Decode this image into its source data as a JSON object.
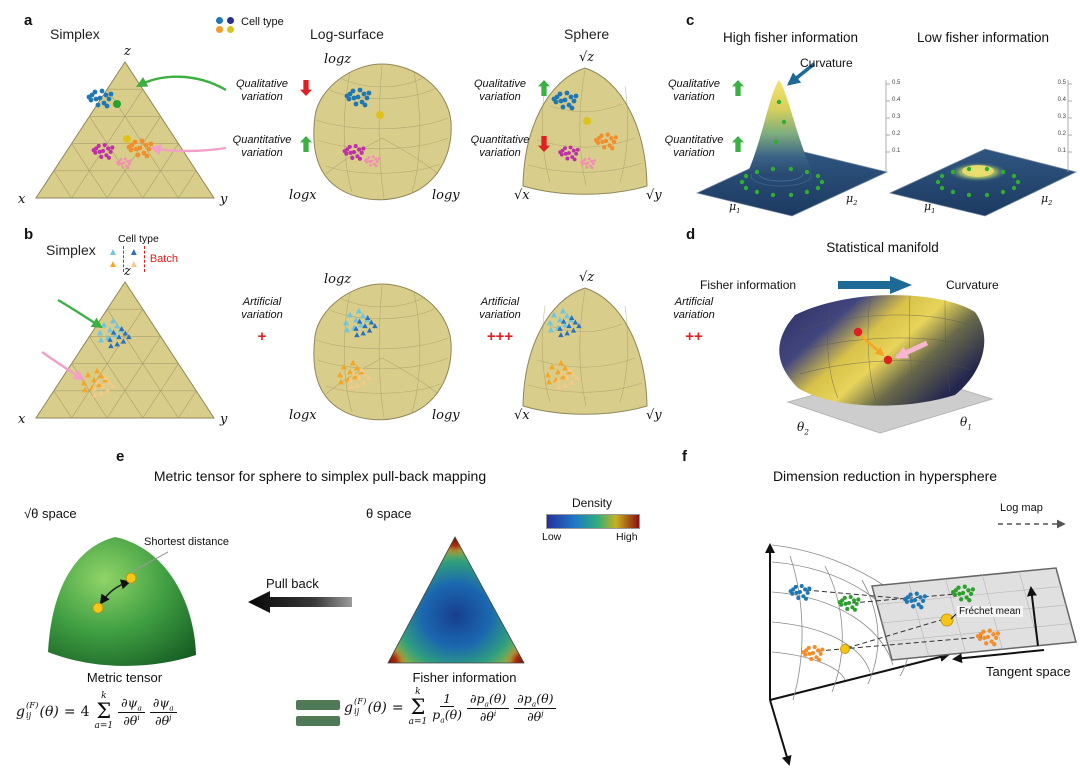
{
  "colors": {
    "surface_khaki": "#d8cd8a",
    "cluster_blue": "#1f77b4",
    "cluster_navy": "#24308f",
    "cluster_green": "#2ca02c",
    "cluster_orange": "#f28e2b",
    "cluster_yellow": "#e0c21f",
    "cluster_magenta": "#bf2fa8",
    "cluster_pink": "#f48fb1",
    "cluster_cyan": "#6ec6e0",
    "cluster_peach": "#f8c88a",
    "batch_red": "#e02020",
    "arrow_green": "#3cb043",
    "arrow_red": "#e02020",
    "arrow_blue": "#1d6a96",
    "floor_blue": "#2f5680",
    "manifold_yellow": "#e8d45a",
    "sphere_green": "#3f9e42",
    "frechet_yellow": "#f5c518",
    "equals_green": "#4f7a55"
  },
  "panel_a": {
    "label": "a",
    "legend": {
      "title": "Cell type"
    },
    "plots": [
      {
        "title": "Simplex",
        "axis_top": "z",
        "axis_left": "x",
        "axis_right": "y",
        "annotations": [
          {
            "text": "Qualitative variation",
            "arrow": "down",
            "color": "red"
          },
          {
            "text": "Quantitative variation",
            "arrow": "up",
            "color": "green"
          }
        ]
      },
      {
        "title": "Log-surface",
        "axis_top": "logz",
        "axis_left": "logx",
        "axis_right": "logy",
        "annotations": [
          {
            "text": "Qualitative variation",
            "arrow": "up",
            "color": "green"
          },
          {
            "text": "Quantitative variation",
            "arrow": "down",
            "color": "red"
          }
        ]
      },
      {
        "title": "Sphere",
        "axis_top": "√z",
        "axis_left": "√x",
        "axis_right": "√y",
        "annotations": [
          {
            "text": "Qualitative variation",
            "arrow": "up",
            "color": "green"
          },
          {
            "text": "Quantitative variation",
            "arrow": "up",
            "color": "green"
          }
        ]
      }
    ]
  },
  "panel_b": {
    "label": "b",
    "legend": {
      "title": "Cell type",
      "batch": "Batch",
      "marker": "▲"
    },
    "plots": [
      {
        "title": "Simplex",
        "axis_top": "z",
        "axis_left": "x",
        "axis_right": "y",
        "annotation": "Artificial variation",
        "plus": "+"
      },
      {
        "axis_top": "logz",
        "axis_left": "logx",
        "axis_right": "logy",
        "annotation": "Artificial variation",
        "plus": "+++"
      },
      {
        "axis_top": "√z",
        "axis_left": "√x",
        "axis_right": "√y",
        "annotation": "Artificial variation",
        "plus": "++"
      }
    ]
  },
  "panel_c": {
    "label": "c",
    "curvature": "Curvature",
    "zticks": [
      "0.5",
      "0.4",
      "0.3",
      "0.2",
      "0.1"
    ],
    "plots": [
      {
        "title": "High fisher information",
        "x_axis": {
          "base": "μ",
          "sub": "1"
        },
        "y_axis": {
          "base": "μ",
          "sub": "2"
        }
      },
      {
        "title": "Low fisher information",
        "x_axis": {
          "base": "μ",
          "sub": "1"
        },
        "y_axis": {
          "base": "μ",
          "sub": "2"
        }
      }
    ]
  },
  "panel_d": {
    "label": "d",
    "title": "Statistical manifold",
    "left": "Fisher information",
    "right": "Curvature",
    "axis1": {
      "base": "θ",
      "sub": "2"
    },
    "axis2": {
      "base": "θ",
      "sub": "1"
    }
  },
  "panel_e": {
    "label": "e",
    "title": "Metric tensor for sphere to simplex pull-back mapping",
    "sqrt_space": "√θ space",
    "theta_space": "θ space",
    "shortest_distance": "Shortest distance",
    "pull_back": "Pull back",
    "density": {
      "title": "Density",
      "low": "Low",
      "high": "High"
    },
    "metric_tensor": "Metric tensor",
    "fisher_information": "Fisher information",
    "eq1": {
      "g": "g",
      "sup": "(F)",
      "sub": "ij",
      "arg": "(θ)",
      "eq": "=",
      "coef": "4",
      "k": "k",
      "sigma": "Σ",
      "a1": "a=1",
      "dpsi": "∂ψ",
      "a": "a",
      "dtheta": "∂θ",
      "i": "i",
      "j": "j"
    },
    "eq2": {
      "g": "g",
      "sup": "(F)",
      "sub": "ij",
      "arg": "(θ)",
      "eq": "=",
      "k": "k",
      "sigma": "Σ",
      "a1": "a=1",
      "one": "1",
      "p": "p",
      "a": "a",
      "ptheta": "(θ)",
      "dp": "∂p",
      "dtheta": "∂θ",
      "i": "i",
      "j": "j"
    }
  },
  "panel_f": {
    "label": "f",
    "title": "Dimension reduction in hypersphere",
    "log_map": "Log map",
    "frechet_mean": "Fréchet mean",
    "tangent_space": "Tangent space"
  }
}
